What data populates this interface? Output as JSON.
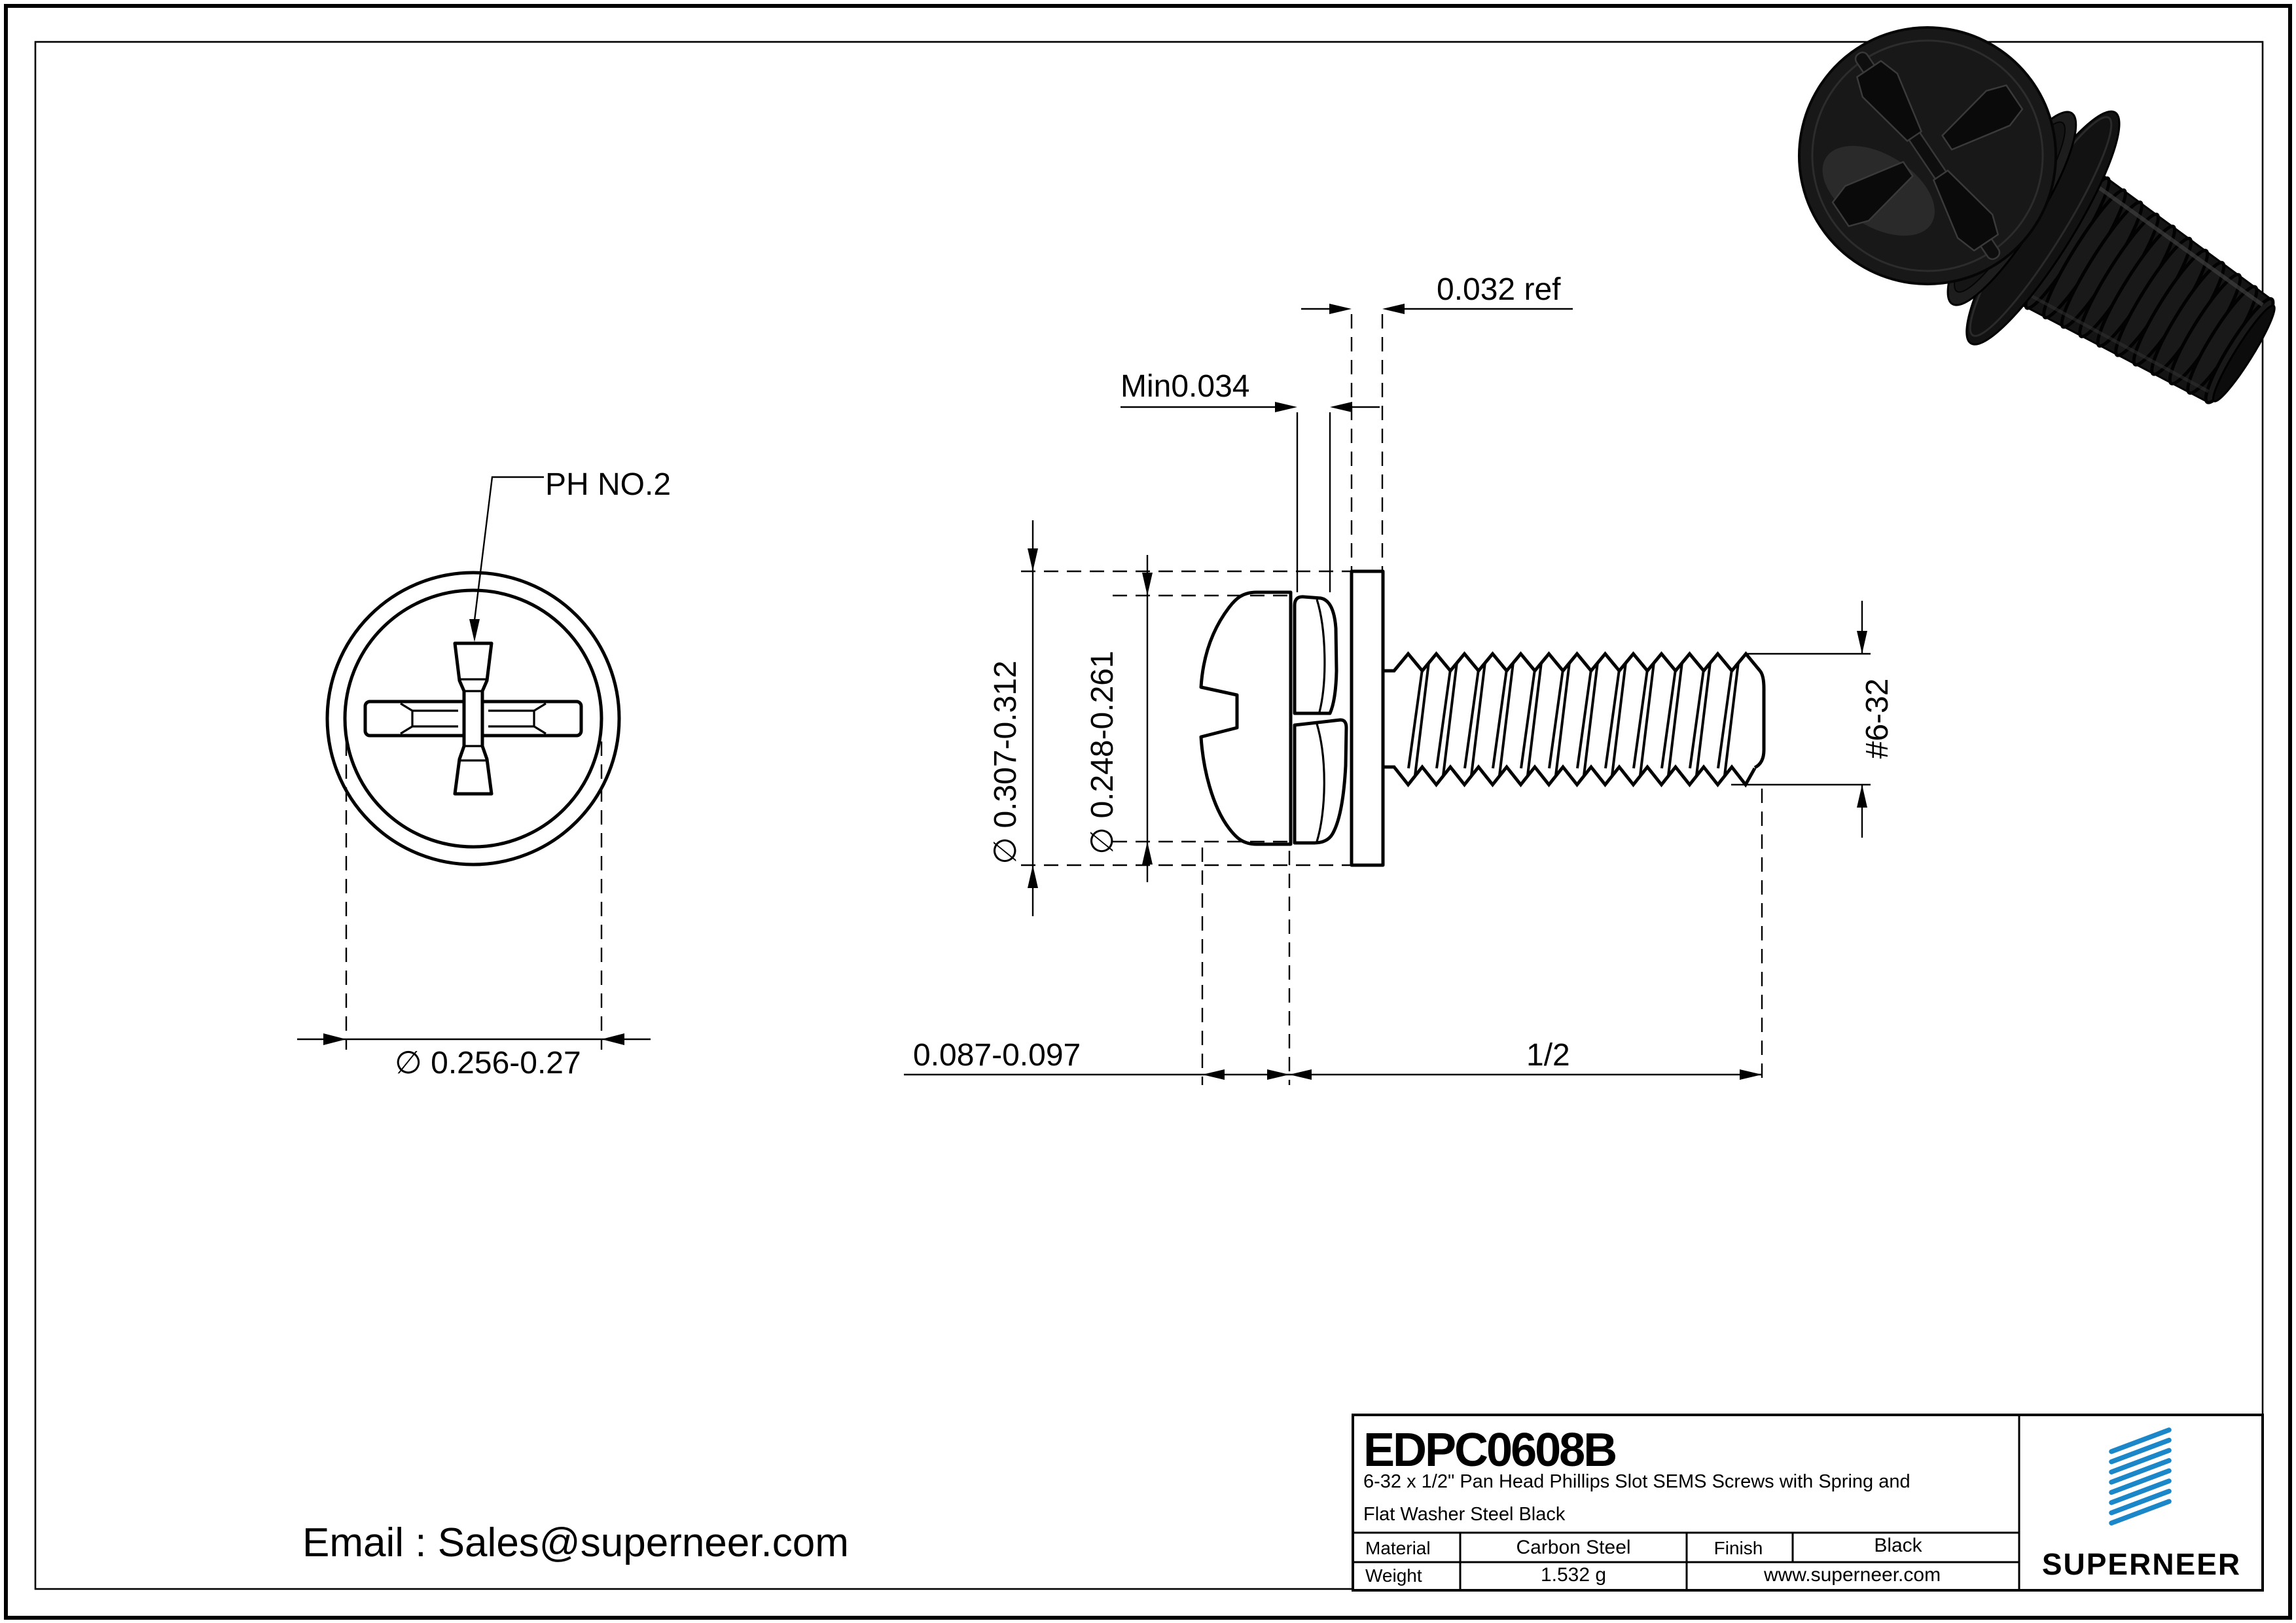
{
  "front_view": {
    "callout": "PH NO.2",
    "diameter": "∅ 0.256-0.27"
  },
  "side_view": {
    "washer_thickness": "0.032 ref",
    "spring_thickness": "Min0.034",
    "washer_od": "∅ 0.307-0.312",
    "spring_od": "∅ 0.248-0.261",
    "head_height": "0.087-0.097",
    "thread_length": "1/2",
    "thread_size": "#6-32"
  },
  "contact": {
    "email": "Email : Sales@superneer.com"
  },
  "title_block": {
    "part_number": "EDPC0608B",
    "description_line1": "6-32 x 1/2\" Pan Head Phillips Slot SEMS Screws with Spring and",
    "description_line2": "Flat Washer Steel Black",
    "material_label": "Material",
    "material_value": "Carbon Steel",
    "finish_label": "Finish",
    "finish_value": "Black",
    "weight_label": "Weight",
    "weight_value": "1.532 g",
    "website": "www.superneer.com"
  },
  "brand": {
    "name": "SUPERNEER",
    "logo_icon": "diagonal-stripes-icon"
  },
  "colors": {
    "accent": "#1b87c8",
    "link": "#1e8fd2",
    "line": "#000000"
  }
}
